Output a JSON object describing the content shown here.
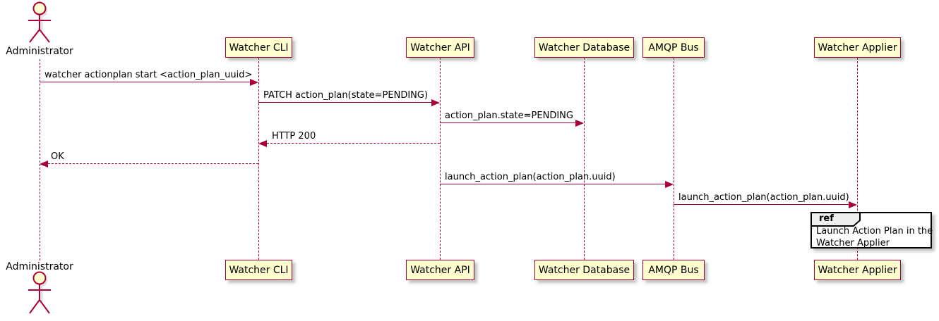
{
  "diagram": {
    "type": "sequence",
    "actor": "Administrator",
    "participants": [
      "Watcher CLI",
      "Watcher API",
      "Watcher Database",
      "AMQP Bus",
      "Watcher Applier"
    ],
    "messages": [
      {
        "from": "Administrator",
        "to": "Watcher CLI",
        "label": "watcher actionplan start <action_plan_uuid>",
        "style": "solid"
      },
      {
        "from": "Watcher CLI",
        "to": "Watcher API",
        "label": "PATCH action_plan(state=PENDING)",
        "style": "solid"
      },
      {
        "from": "Watcher API",
        "to": "Watcher Database",
        "label": "action_plan.state=PENDING",
        "style": "solid"
      },
      {
        "from": "Watcher API",
        "to": "Watcher CLI",
        "label": "HTTP 200",
        "style": "dashed-return"
      },
      {
        "from": "Watcher CLI",
        "to": "Administrator",
        "label": "OK",
        "style": "dashed-return"
      },
      {
        "from": "Watcher API",
        "to": "AMQP Bus",
        "label": "launch_action_plan(action_plan.uuid)",
        "style": "solid"
      },
      {
        "from": "AMQP Bus",
        "to": "Watcher Applier",
        "label": "launch_action_plan(action_plan.uuid)",
        "style": "solid"
      }
    ],
    "ref": {
      "keyword": "ref",
      "text_line1": "Launch Action Plan in the",
      "text_line2": "Watcher Applier"
    },
    "colors": {
      "accent": "#A80036",
      "participant_fill": "#FEFECE",
      "ref_header_fill": "#EEEEEE",
      "text": "#000000"
    }
  }
}
